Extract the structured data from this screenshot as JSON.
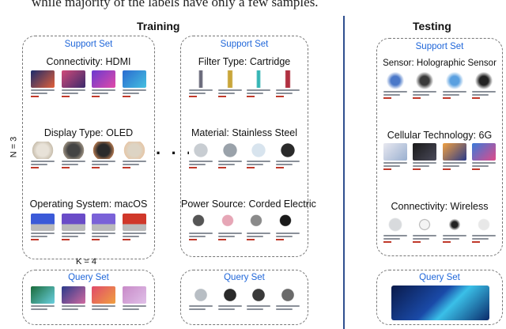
{
  "caption_fragment": "while majority of the labels have only a few samples.",
  "training": {
    "title": "Training",
    "support_label": "Support Set",
    "query_label": "Query Set",
    "n_label": "N = 3",
    "k_label": "K = 4",
    "ellipsis": "· · ·",
    "left_categories": [
      "Connectivity: HDMI",
      "Display Type: OLED",
      "Operating System: macOS"
    ],
    "right_categories": [
      "Filter Type: Cartridge",
      "Material: Stainless Steel",
      "Power Source: Corded Electric"
    ]
  },
  "testing": {
    "title": "Testing",
    "support_label": "Support Set",
    "query_label": "Query Set",
    "categories": [
      "Sensor: Holographic Sensor",
      "Cellular Technology: 6G",
      "Connectivity: Wireless"
    ]
  },
  "colors": {
    "panel_title": "#1f66d9",
    "divider": "#2f4f8f",
    "border": "#777777"
  }
}
